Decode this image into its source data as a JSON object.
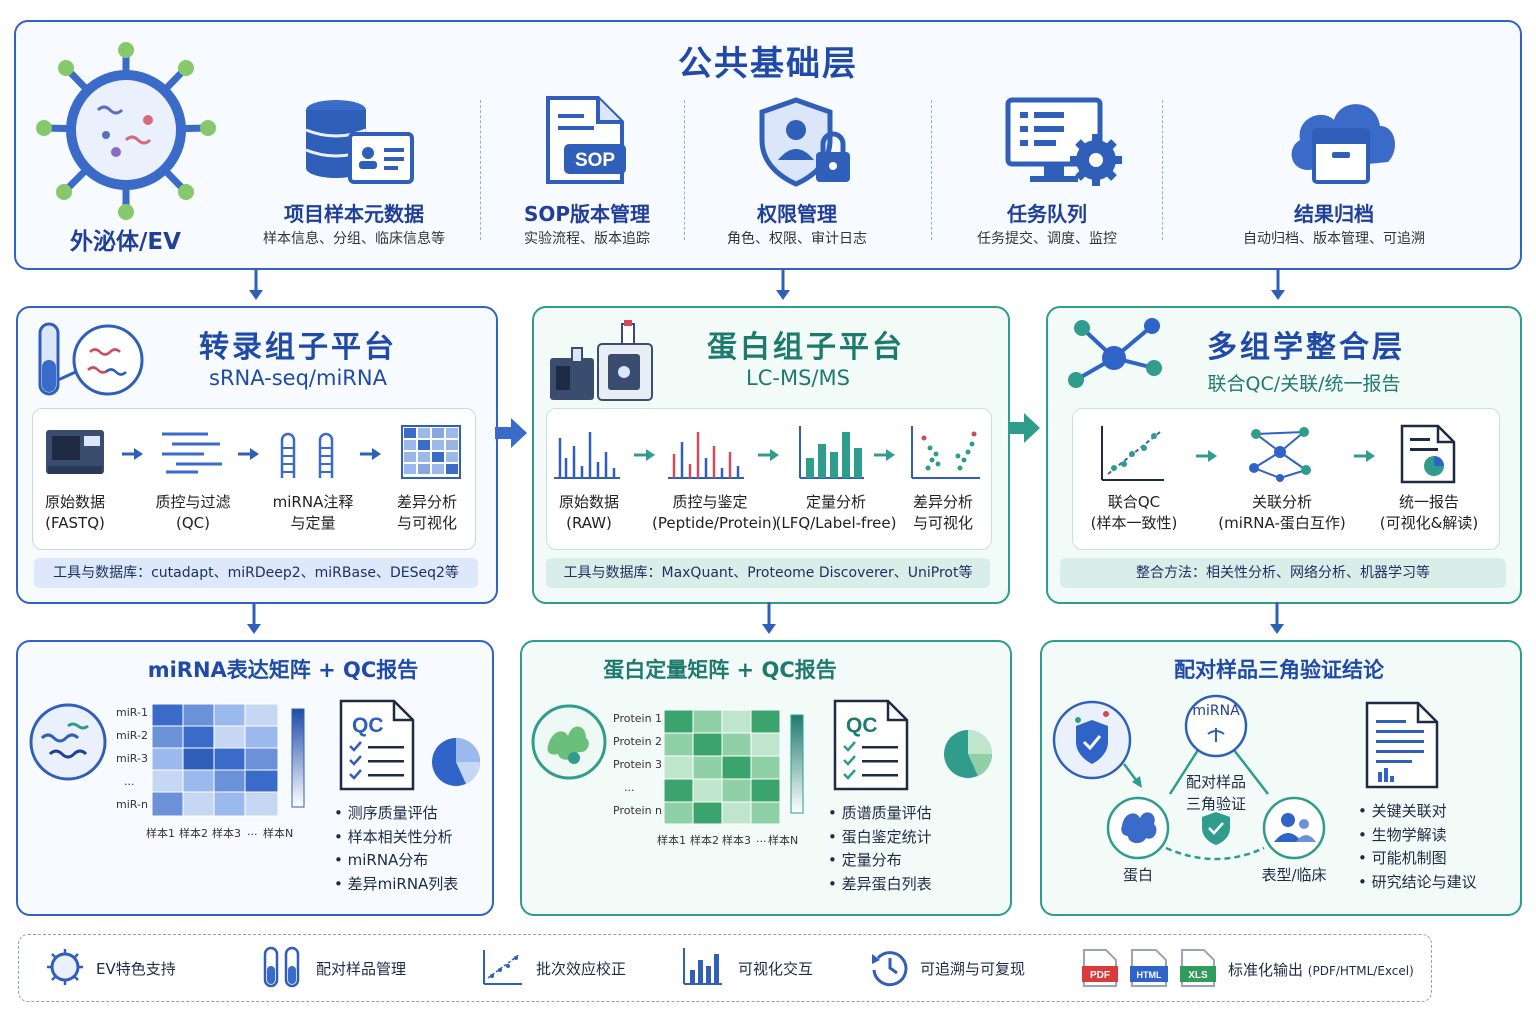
{
  "top_layer": {
    "title": "公共基础层",
    "ev_label": "外泌体/EV",
    "components": [
      {
        "title": "项目样本元数据",
        "subtitle": "样本信息、分组、临床信息等",
        "icon": "database-id-card-icon"
      },
      {
        "title": "SOP版本管理",
        "subtitle": "实验流程、版本追踪",
        "icon": "sop-document-icon",
        "badge": "SOP"
      },
      {
        "title": "权限管理",
        "subtitle": "角色、权限、审计日志",
        "icon": "shield-lock-icon"
      },
      {
        "title": "任务队列",
        "subtitle": "任务提交、调度、监控",
        "icon": "monitor-gear-icon"
      },
      {
        "title": "结果归档",
        "subtitle": "自动归档、版本管理、可追溯",
        "icon": "cloud-archive-icon"
      }
    ]
  },
  "transcriptome": {
    "title": "转录组子平台",
    "subtitle": "sRNA-seq/miRNA",
    "steps": [
      {
        "line1": "原始数据",
        "line2": "(FASTQ)"
      },
      {
        "line1": "质控与过滤",
        "line2": "(QC)"
      },
      {
        "line1": "miRNA注释",
        "line2": "与定量"
      },
      {
        "line1": "差异分析",
        "line2": "与可视化"
      }
    ],
    "tools": "工具与数据库：cutadapt、miRDeep2、miRBase、DESeq2等"
  },
  "proteome": {
    "title": "蛋白组子平台",
    "subtitle": "LC-MS/MS",
    "steps": [
      {
        "line1": "原始数据",
        "line2": "(RAW)"
      },
      {
        "line1": "质控与鉴定",
        "line2": "(Peptide/Protein)"
      },
      {
        "line1": "定量分析",
        "line2": "(LFQ/Label-free)"
      },
      {
        "line1": "差异分析",
        "line2": "与可视化"
      }
    ],
    "tools": "工具与数据库：MaxQuant、Proteome Discoverer、UniProt等"
  },
  "integration": {
    "title": "多组学整合层",
    "subtitle": "联合QC/关联/统一报告",
    "steps": [
      {
        "line1": "联合QC",
        "line2": "(样本一致性)"
      },
      {
        "line1": "关联分析",
        "line2": "(miRNA-蛋白互作)"
      },
      {
        "line1": "统一报告",
        "line2": "(可视化&解读)"
      }
    ],
    "methods": "整合方法：相关性分析、网络分析、机器学习等"
  },
  "mirna_result": {
    "title": "miRNA表达矩阵 + QC报告",
    "row_labels": [
      "miR-1",
      "miR-2",
      "miR-3",
      "...",
      "miR-n"
    ],
    "col_labels": [
      "样本1",
      "样本2",
      "样本3",
      "...",
      "样本N"
    ],
    "qc_badge": "QC",
    "bullets": [
      "测序质量评估",
      "样本相关性分析",
      "miRNA分布",
      "差异miRNA列表"
    ]
  },
  "protein_result": {
    "title": "蛋白定量矩阵 + QC报告",
    "row_labels": [
      "Protein 1",
      "Protein 2",
      "Protein 3",
      "...",
      "Protein n"
    ],
    "col_labels": [
      "样本1",
      "样本2",
      "样本3",
      "...",
      "样本N"
    ],
    "qc_badge": "QC",
    "bullets": [
      "质谱质量评估",
      "蛋白鉴定统计",
      "定量分布",
      "差异蛋白列表"
    ]
  },
  "triangle_result": {
    "title": "配对样品三角验证结论",
    "node_mirna": "miRNA",
    "node_protein": "蛋白",
    "node_phenotype": "表型/临床",
    "center_line1": "配对样品",
    "center_line2": "三角验证",
    "bullets": [
      "关键关联对",
      "生物学解读",
      "可能机制图",
      "研究结论与建议"
    ]
  },
  "footer": {
    "items": [
      {
        "label": "EV特色支持",
        "icon": "ev-icon"
      },
      {
        "label": "配对样品管理",
        "icon": "tubes-icon"
      },
      {
        "label": "批次效应校正",
        "icon": "scatter-icon"
      },
      {
        "label": "可视化交互",
        "icon": "bar-chart-icon"
      },
      {
        "label": "可追溯与可复现",
        "icon": "history-icon"
      }
    ],
    "output_label": "标准化输出",
    "output_formats": "(PDF/HTML/Excel)",
    "badges": [
      "PDF",
      "HTML",
      "XLS"
    ]
  },
  "colors": {
    "blue": "#2f63c8",
    "teal": "#2f9c8c",
    "dark_blue": "#1f4aa8"
  }
}
